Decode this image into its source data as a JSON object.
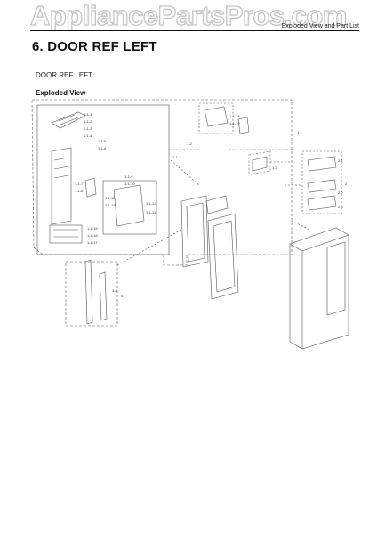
{
  "watermark": {
    "text": "AppliancePartsPros.com"
  },
  "header": {
    "right_text": "Exploded View and Part List"
  },
  "page": {
    "title": "6.  DOOR REF LEFT",
    "subtitle": "DOOR REF LEFT",
    "section_label": "Exploded View"
  },
  "diagram": {
    "callouts": [
      "1",
      "2",
      "4",
      "1-1",
      "1-2",
      "1-3",
      "1-4",
      "2-1",
      "2-2",
      "2-3",
      "1-1-1",
      "1-1-2",
      "1-1-3",
      "1-1-4",
      "1-1-5",
      "1-1-6",
      "1-1-7",
      "1-1-8",
      "1-1-9",
      "1-1-10",
      "1-1-11",
      "1-1-12",
      "1-1-13",
      "1-1-14",
      "1-1-15",
      "1-1-16",
      "1-1-17",
      "1-1-18",
      "1-1-19"
    ]
  }
}
